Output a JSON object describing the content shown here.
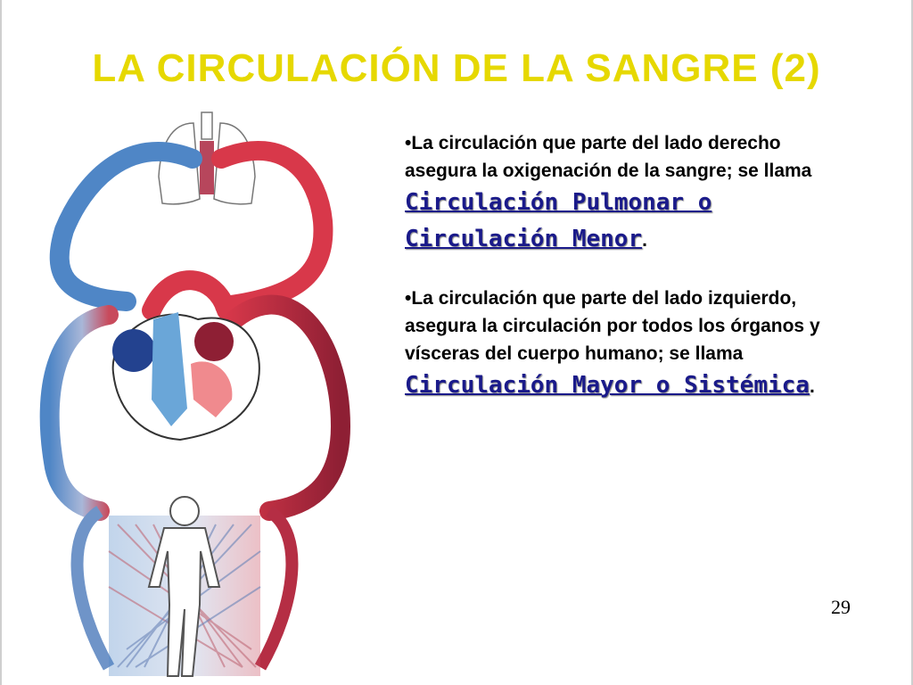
{
  "slide": {
    "title": "LA CIRCULACIÓN DE LA SANGRE (2)",
    "page_number": "29",
    "paragraphs": [
      {
        "bullet": "•",
        "text": "La circulación que parte del lado derecho asegura la oxigenación de la sangre; se llama ",
        "term": "Circulación Pulmonar o Circulación Menor",
        "end": "."
      },
      {
        "bullet": "•",
        "text": "La circulación que parte del lado izquierdo, asegura la circulación por todos los órganos y vísceras del cuerpo humano; se llama ",
        "term": "Circulación Mayor o Sistémica",
        "end": "."
      }
    ],
    "colors": {
      "title": "#e6d800",
      "term": "#1a1a8a",
      "oxygenated": "#d8384a",
      "deoxygenated": "#4f86c6"
    }
  }
}
